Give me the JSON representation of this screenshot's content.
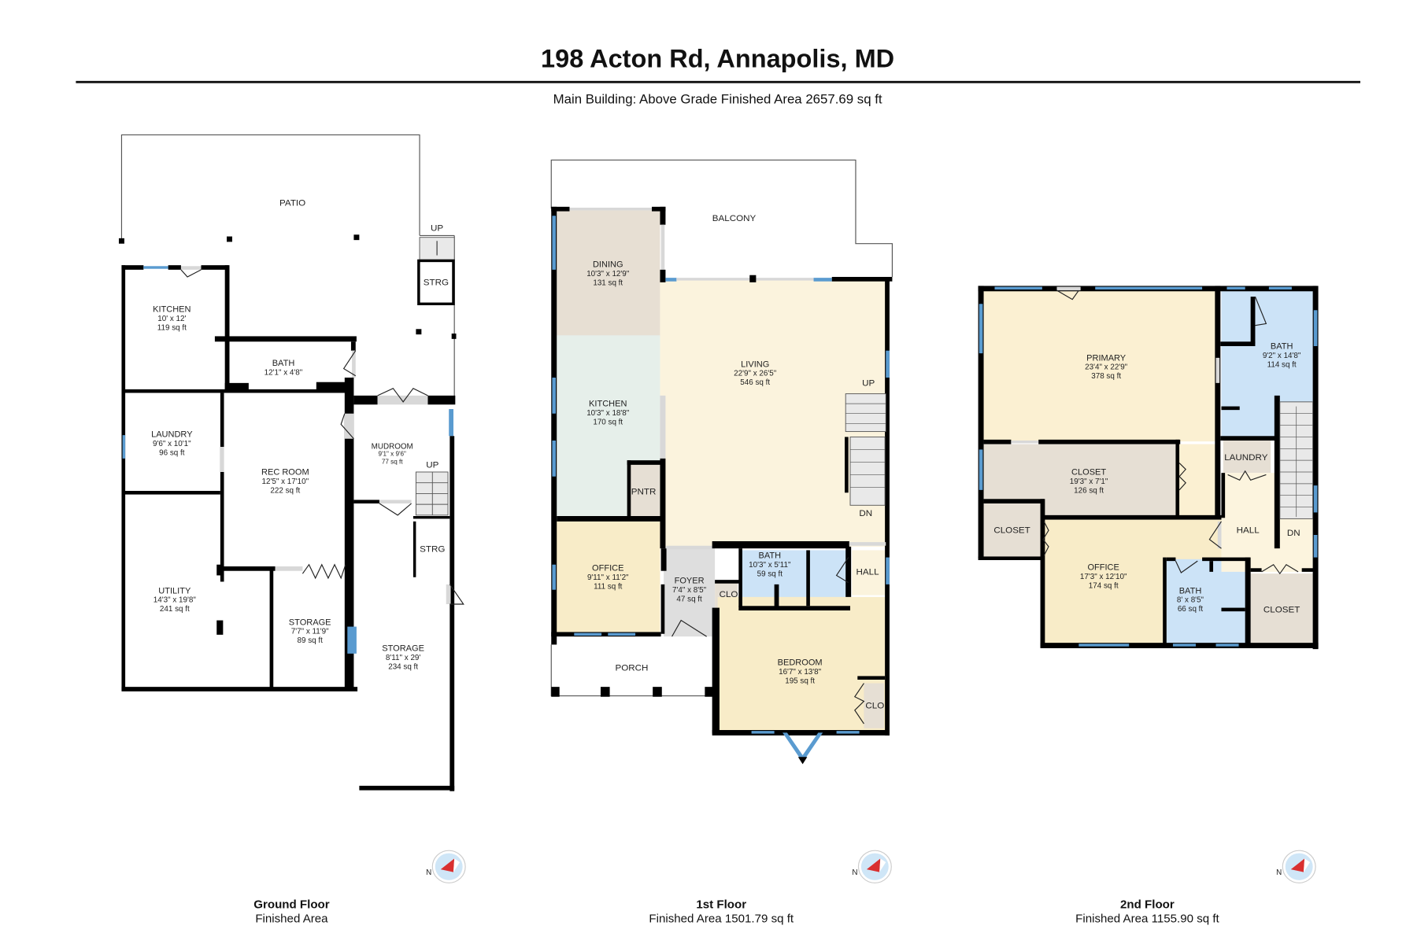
{
  "header": {
    "title": "198 Acton Rd, Annapolis, MD",
    "subtitle": "Main Building: Above Grade Finished Area 2657.69 sq ft"
  },
  "colors": {
    "wall": "#000000",
    "window": "#5a9bd0",
    "door_opening": "#d8d8d8",
    "living_yellow": "#fbf3dd",
    "bedroom_yellow": "#f8ecc8",
    "bath_blue": "#cce3f7",
    "kitchen_green": "#e6efea",
    "dining_tan": "#e7dfd3",
    "closet_tan": "#e6dfd4",
    "foyer_gray": "#dedede",
    "compass_blue": "#cfe6f7",
    "compass_red": "#d93030"
  },
  "floors": [
    {
      "name": "Ground Floor",
      "area_label": "Finished Area",
      "labels": {
        "patio": "PATIO",
        "up1": "UP",
        "strg1": "STRG",
        "up2": "UP",
        "strg2": "STRG"
      },
      "rooms": [
        {
          "name": "KITCHEN",
          "dims": "10' x 12'",
          "area": "119 sq ft"
        },
        {
          "name": "BATH",
          "dims": "12'1\" x 4'8\"",
          "area": ""
        },
        {
          "name": "LAUNDRY",
          "dims": "9'6\" x 10'1\"",
          "area": "96 sq ft"
        },
        {
          "name": "REC ROOM",
          "dims": "12'5\" x 17'10\"",
          "area": "222 sq ft"
        },
        {
          "name": "MUDROOM",
          "dims": "9'1\" x 9'6\"",
          "area": "77 sq ft"
        },
        {
          "name": "UTILITY",
          "dims": "14'3\" x 19'8\"",
          "area": "241 sq ft"
        },
        {
          "name": "STORAGE",
          "dims": "7'7\" x 11'9\"",
          "area": "89 sq ft"
        },
        {
          "name": "STORAGE",
          "dims": "8'11\" x 29'",
          "area": "234 sq ft"
        }
      ]
    },
    {
      "name": "1st Floor",
      "area_label": "Finished Area 1501.79 sq ft",
      "labels": {
        "balcony": "BALCONY",
        "porch": "PORCH",
        "up": "UP",
        "dn": "DN",
        "pntr": "PNTR",
        "clo1": "CLO",
        "clo2": "CLO",
        "hall": "HALL"
      },
      "rooms": [
        {
          "name": "DINING",
          "dims": "10'3\" x 12'9\"",
          "area": "131 sq ft"
        },
        {
          "name": "LIVING",
          "dims": "22'9\" x 26'5\"",
          "area": "546 sq ft"
        },
        {
          "name": "KITCHEN",
          "dims": "10'3\" x 18'8\"",
          "area": "170 sq ft"
        },
        {
          "name": "OFFICE",
          "dims": "9'11\" x 11'2\"",
          "area": "111 sq ft"
        },
        {
          "name": "FOYER",
          "dims": "7'4\" x 8'5\"",
          "area": "47 sq ft"
        },
        {
          "name": "BATH",
          "dims": "10'3\" x 5'11\"",
          "area": "59 sq ft"
        },
        {
          "name": "BEDROOM",
          "dims": "16'7\" x 13'8\"",
          "area": "195 sq ft"
        }
      ]
    },
    {
      "name": "2nd Floor",
      "area_label": "Finished Area 1155.90 sq ft",
      "labels": {
        "closet_a": "CLOSET",
        "closet_b": "CLOSET",
        "laundry": "LAUNDRY",
        "hall": "HALL",
        "dn": "DN"
      },
      "rooms": [
        {
          "name": "PRIMARY",
          "dims": "23'4\" x 22'9\"",
          "area": "378 sq ft"
        },
        {
          "name": "BATH",
          "dims": "9'2\" x 14'8\"",
          "area": "114 sq ft"
        },
        {
          "name": "CLOSET",
          "dims": "19'3\" x 7'1\"",
          "area": "126 sq ft"
        },
        {
          "name": "OFFICE",
          "dims": "17'3\" x 12'10\"",
          "area": "174 sq ft"
        },
        {
          "name": "BATH",
          "dims": "8' x 8'5\"",
          "area": "66 sq ft"
        }
      ]
    }
  ],
  "compass": {
    "north_letter": "N",
    "icon": "compass-icon"
  }
}
